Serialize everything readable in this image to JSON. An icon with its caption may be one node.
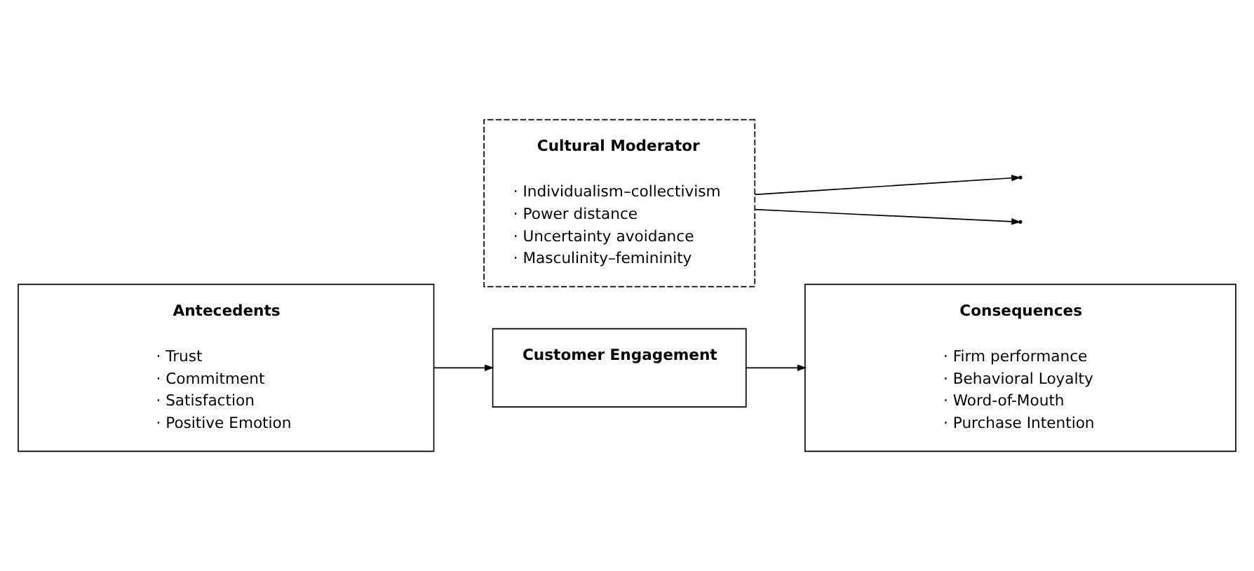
{
  "diagram": {
    "nodes": [
      {
        "text": [
          "Antecedents",
          "· Trust",
          "· Commitment",
          "· Satisfaction",
          "· Positive Emotion"
        ]
      },
      {
        "text": [
          "Cultural Moderator",
          "· Individualism–collectivism",
          "· Power distance",
          "· Uncertainty avoidance",
          "· Masculinity–femininity"
        ]
      },
      {
        "text": [
          "Customer Engagement"
        ]
      },
      {
        "text": [
          "Consequences",
          "· Firm performance",
          "· Behavioral Loyalty",
          "· Word-of-Mouth",
          "· Purchase Intention"
        ]
      }
    ],
    "edges": [
      {
        "from": 0,
        "to": 2,
        "arrow": "to"
      },
      {
        "from": 2,
        "to": 3,
        "arrow": "to"
      },
      {
        "from": 1,
        "to": null,
        "arrow": "to"
      },
      {
        "from": 1,
        "to": null,
        "arrow": "to"
      }
    ]
  }
}
